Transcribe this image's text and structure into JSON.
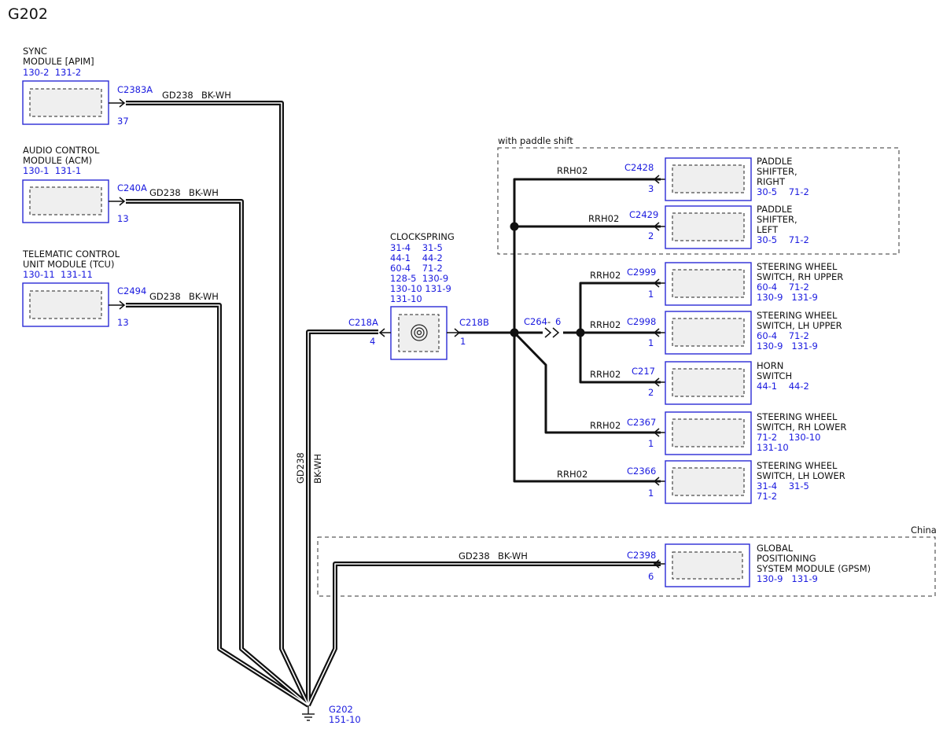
{
  "title": "G202",
  "modules": {
    "sync": {
      "name_lines": [
        "SYNC",
        "MODULE [APIM]"
      ],
      "refs": [
        "130-2  131-2"
      ],
      "connector": "C2383A",
      "pin": "37",
      "circuit": "GD238",
      "color": "BK-WH"
    },
    "acm": {
      "name_lines": [
        "AUDIO CONTROL",
        "MODULE (ACM)"
      ],
      "refs": [
        "130-1  131-1"
      ],
      "connector": "C240A",
      "pin": "13",
      "circuit": "GD238",
      "color": "BK-WH"
    },
    "tcu": {
      "name_lines": [
        "TELEMATIC CONTROL",
        "UNIT MODULE (TCU)"
      ],
      "refs": [
        "130-11  131-11"
      ],
      "connector": "C2494",
      "pin": "13",
      "circuit": "GD238",
      "color": "BK-WH"
    }
  },
  "clockspring": {
    "name": "CLOCKSPRING",
    "refs": [
      "31-4    31-5",
      "44-1    44-2",
      "60-4    71-2",
      "128-5  130-9",
      "130-10 131-9",
      "131-10"
    ],
    "left_connector": "C218A",
    "left_pin": "4",
    "right_connector": "C218B",
    "right_pin": "1"
  },
  "vertical_wire": {
    "circuit": "GD238",
    "color": "BK-WH"
  },
  "splice": {
    "label": "C264",
    "pin": "6"
  },
  "regions": {
    "paddle": "with paddle shift",
    "china": "China"
  },
  "switches": {
    "paddle_right": {
      "wire": "RRH02",
      "connector": "C2428",
      "pin": "3",
      "name_lines": [
        "PADDLE",
        "SHIFTER,",
        "RIGHT"
      ],
      "refs": [
        "30-5    71-2"
      ]
    },
    "paddle_left": {
      "wire": "RRH02",
      "connector": "C2429",
      "pin": "2",
      "name_lines": [
        "PADDLE",
        "SHIFTER,",
        "LEFT"
      ],
      "refs": [
        "30-5    71-2"
      ]
    },
    "rh_upper": {
      "wire": "RRH02",
      "connector": "C2999",
      "pin": "1",
      "name_lines": [
        "STEERING WHEEL",
        "SWITCH, RH UPPER"
      ],
      "refs": [
        "60-4    71-2",
        "130-9   131-9"
      ]
    },
    "lh_upper": {
      "wire": "RRH02",
      "connector": "C2998",
      "pin": "1",
      "name_lines": [
        "STEERING WHEEL",
        "SWITCH, LH UPPER"
      ],
      "refs": [
        "60-4    71-2",
        "130-9   131-9"
      ]
    },
    "horn": {
      "wire": "RRH02",
      "connector": "C217",
      "pin": "2",
      "name_lines": [
        "HORN",
        "SWITCH"
      ],
      "refs": [
        "44-1    44-2"
      ]
    },
    "rh_lower": {
      "wire": "RRH02",
      "connector": "C2367",
      "pin": "1",
      "name_lines": [
        "STEERING WHEEL",
        "SWITCH, RH LOWER"
      ],
      "refs": [
        "71-2    130-10",
        "131-10"
      ]
    },
    "lh_lower": {
      "wire": "RRH02",
      "connector": "C2366",
      "pin": "1",
      "name_lines": [
        "STEERING WHEEL",
        "SWITCH, LH LOWER"
      ],
      "refs": [
        "31-4    31-5",
        "71-2"
      ]
    }
  },
  "gpsm": {
    "wire_circuit": "GD238",
    "wire_color": "BK-WH",
    "connector": "C2398",
    "pin": "6",
    "name_lines": [
      "GLOBAL",
      "POSITIONING",
      "SYSTEM MODULE (GPSM)"
    ],
    "refs": [
      "130-9   131-9"
    ]
  },
  "ground": {
    "name": "G202",
    "ref": "151-10"
  }
}
